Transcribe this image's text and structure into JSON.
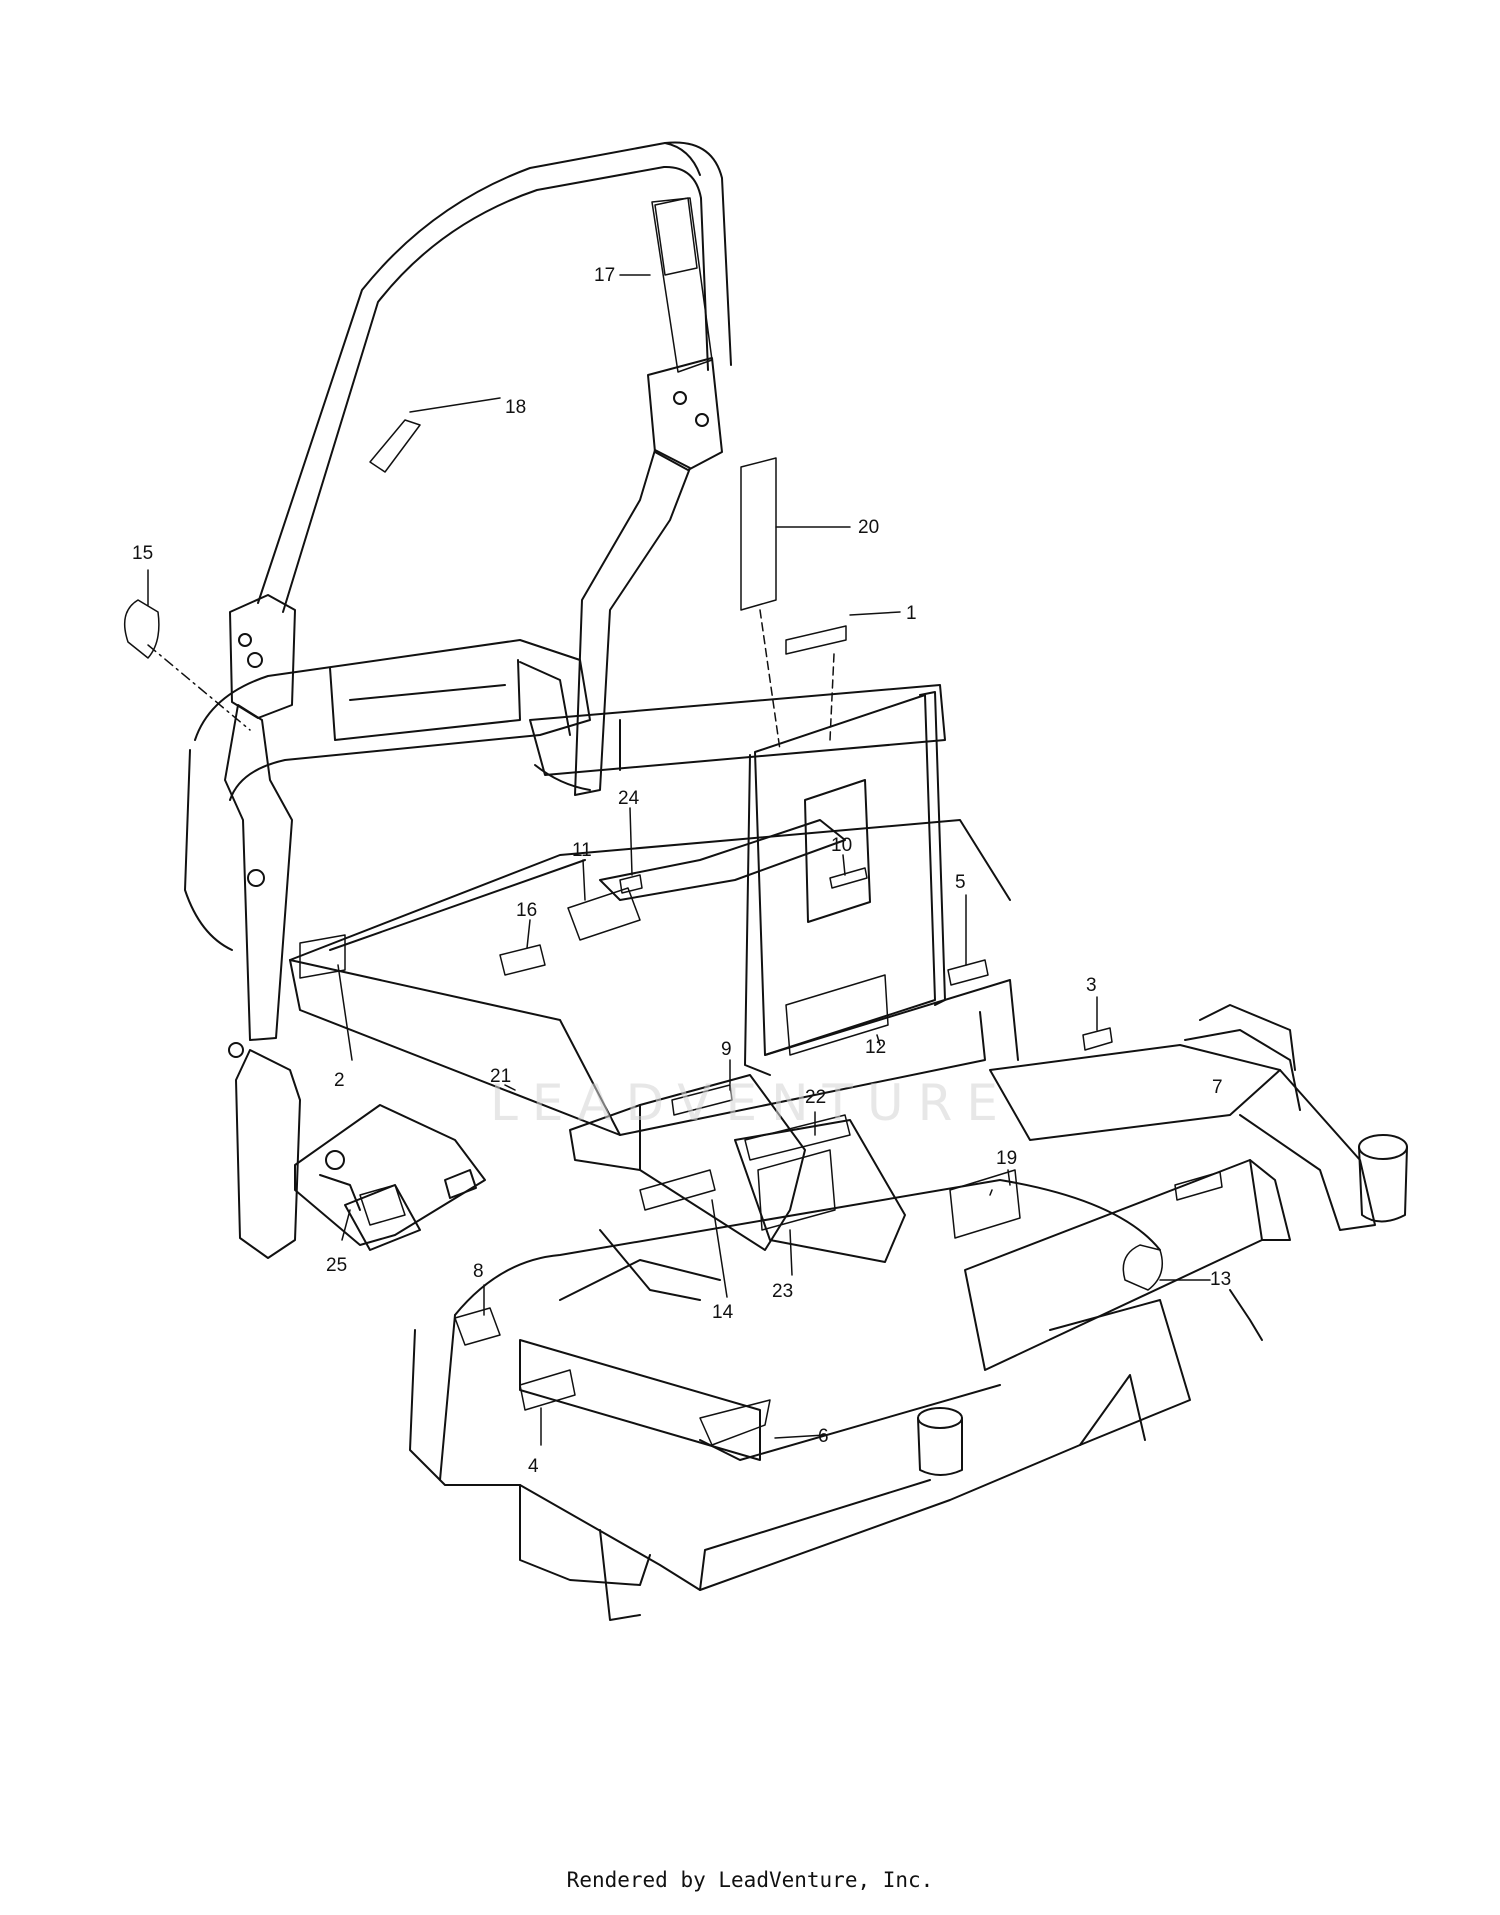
{
  "watermark": "LEADVENTURE",
  "footer": "Rendered by LeadVenture, Inc.",
  "callouts": [
    "1",
    "2",
    "3",
    "4",
    "5",
    "6",
    "7",
    "8",
    "9",
    "10",
    "11",
    "12",
    "13",
    "14",
    "15",
    "16",
    "17",
    "18",
    "19",
    "20",
    "21",
    "22",
    "23",
    "24",
    "25"
  ],
  "colors": {
    "line": "#111111",
    "background": "#ffffff",
    "watermark": "#d4d4d4"
  }
}
